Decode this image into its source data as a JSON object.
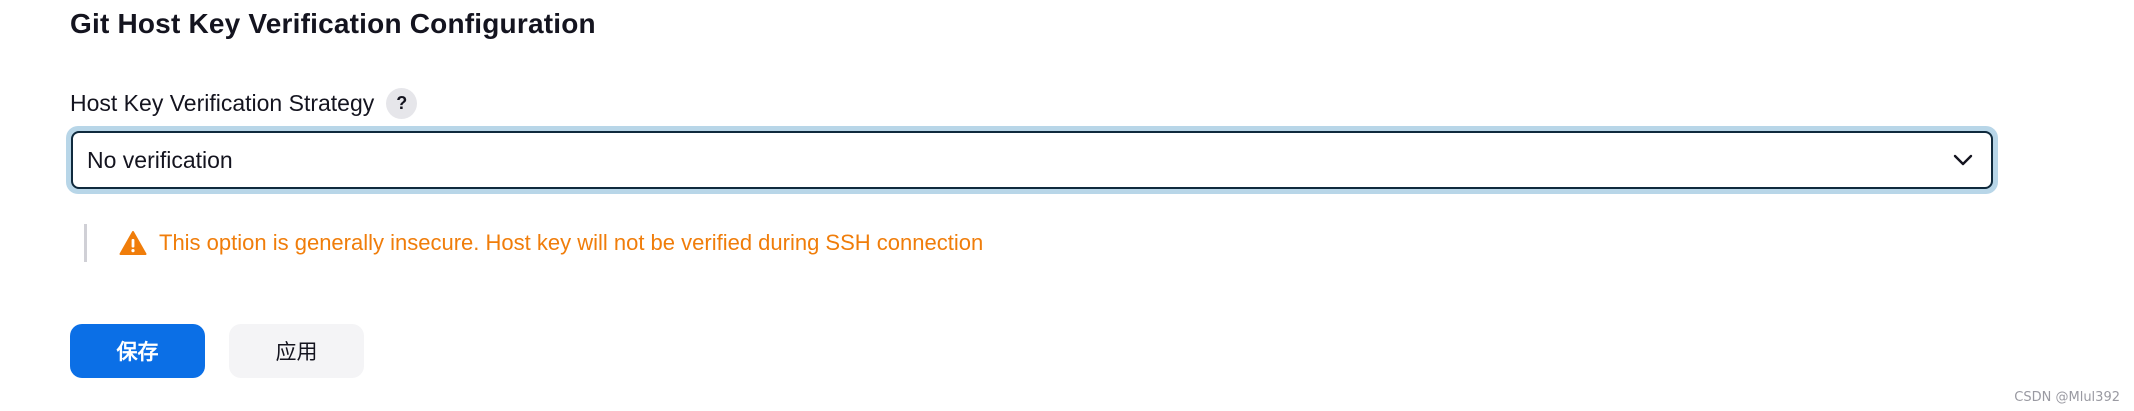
{
  "section": {
    "title": "Git Host Key Verification Configuration"
  },
  "field": {
    "label": "Host Key Verification Strategy",
    "help": "?",
    "selected_value": "No verification"
  },
  "warning": {
    "message": "This option is generally insecure. Host key will not be verified during SSH connection",
    "icon": "warning-triangle-icon",
    "color": "#f07d0a"
  },
  "actions": {
    "save_label": "保存",
    "apply_label": "应用"
  },
  "watermark": "CSDN @Mlul392",
  "colors": {
    "primary": "#0b6fe6",
    "focus_ring": "#b8d6e8",
    "select_border": "#0f2a3d"
  }
}
